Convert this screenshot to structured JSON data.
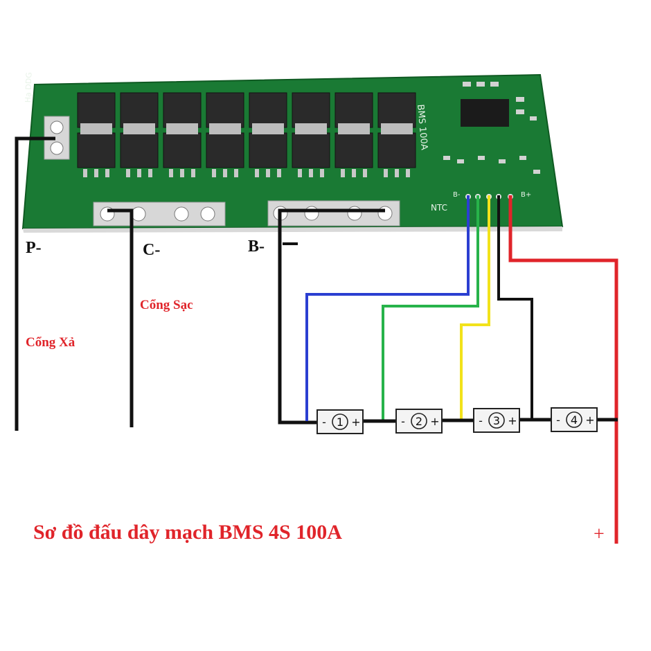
{
  "board": {
    "model": "BMS 100A",
    "side_mark": "Hạ DDG",
    "ntc_label": "NTC",
    "b_minus_pin": "B-",
    "b_plus_pin": "B+",
    "mosfet_count": 16
  },
  "terminals": {
    "p_minus": "P-",
    "c_minus": "C-",
    "b_minus": "B-",
    "plus": "+"
  },
  "ports": {
    "discharge": "Cổng Xả",
    "charge": "Cổng Sạc"
  },
  "cells": [
    {
      "minus": "-",
      "number": "1",
      "plus": "+"
    },
    {
      "minus": "-",
      "number": "2",
      "plus": "+"
    },
    {
      "minus": "-",
      "number": "3",
      "plus": "+"
    },
    {
      "minus": "-",
      "number": "4",
      "plus": "+"
    }
  ],
  "wire_colors": {
    "black": "#111111",
    "blue": "#2b3fd1",
    "green": "#27b34a",
    "yellow": "#f2e21b",
    "red": "#e0242a"
  },
  "title": "Sơ đồ đấu dây mạch BMS 4S 100A"
}
